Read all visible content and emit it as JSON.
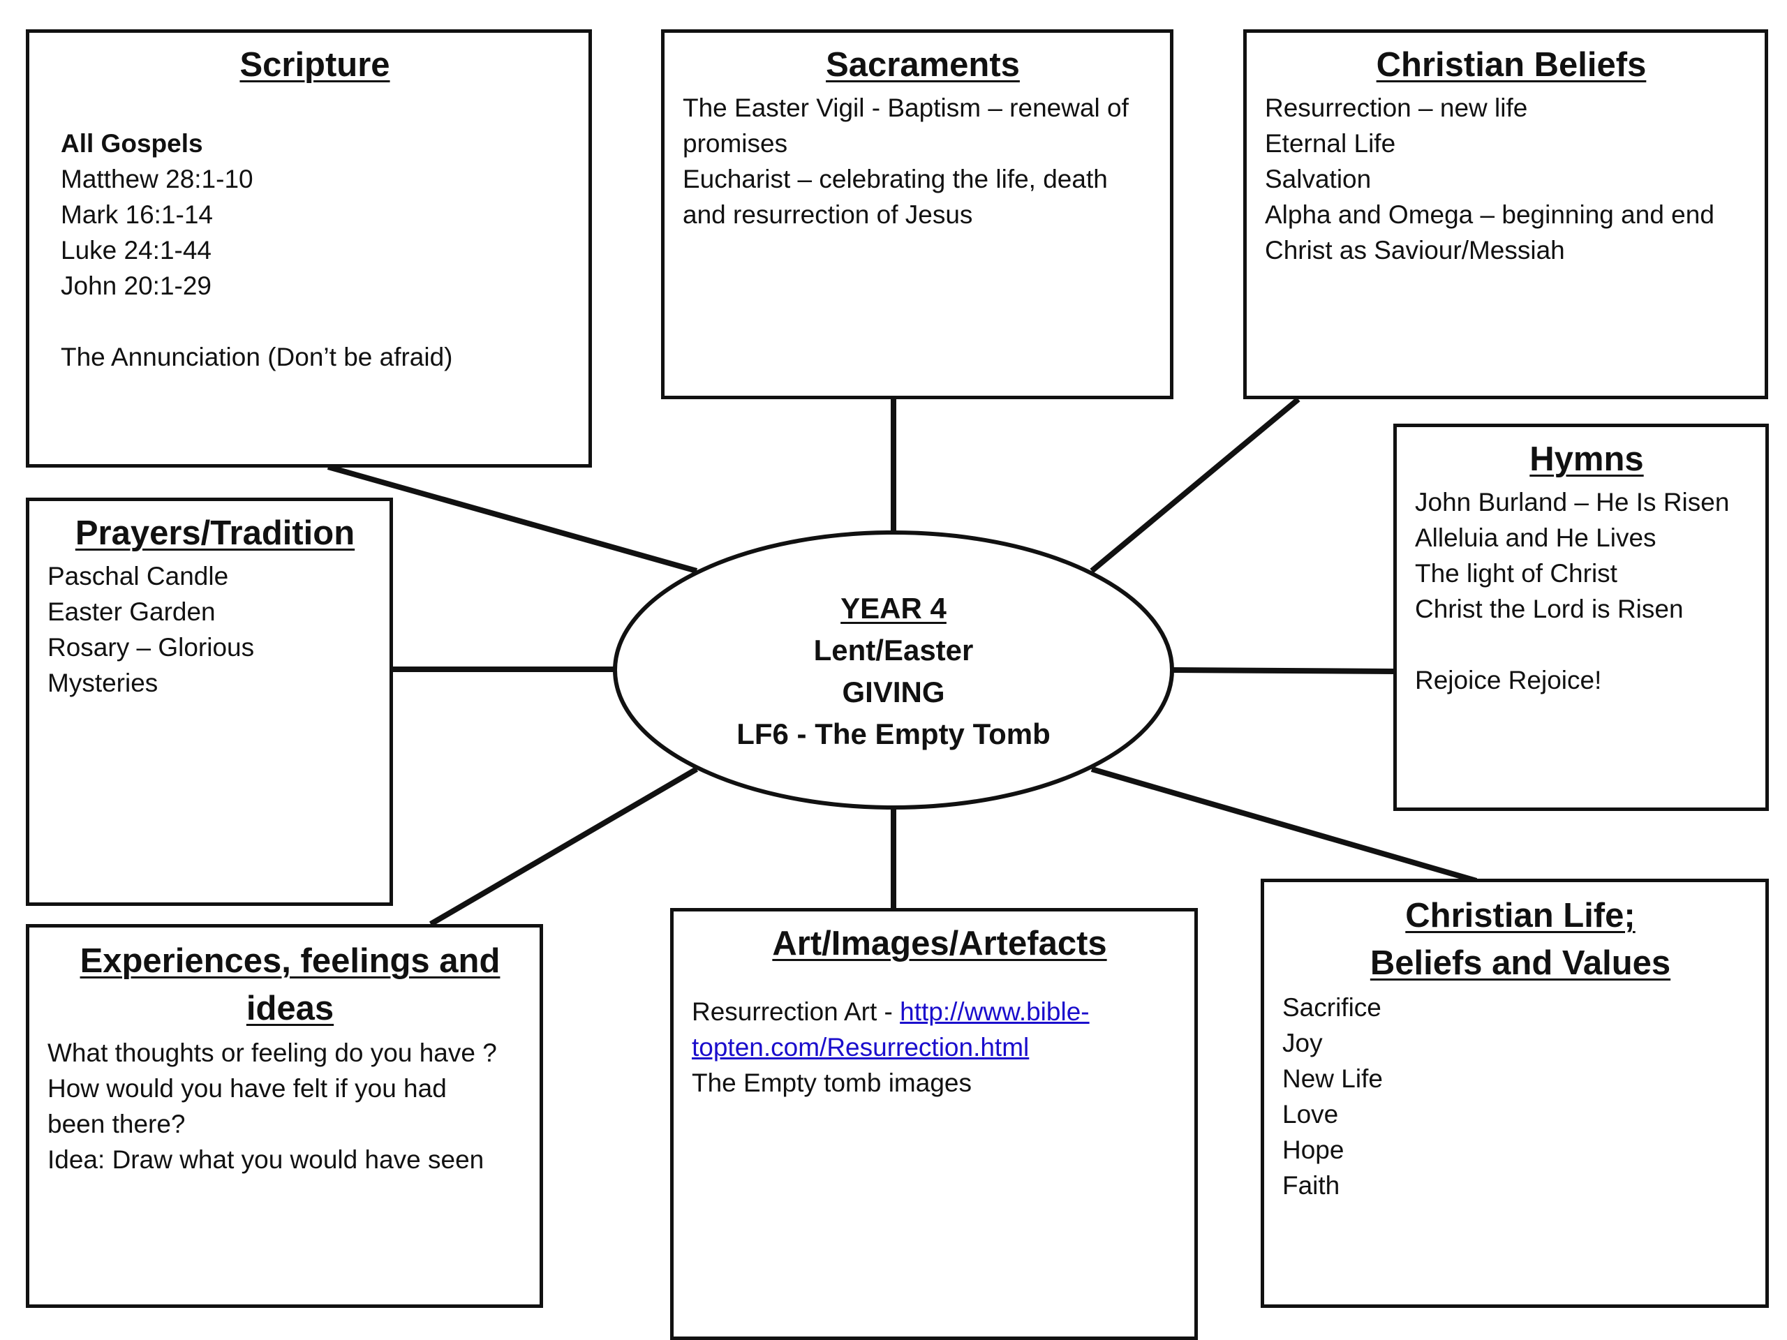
{
  "center": {
    "year": "YEAR 4",
    "season": "Lent/Easter",
    "theme": "GIVING",
    "unit": "LF6  - The Empty Tomb"
  },
  "scripture": {
    "title": "Scripture",
    "heading": "All Gospels",
    "items": [
      "Matthew 28:1-10",
      "Mark 16:1-14",
      "Luke 24:1-44",
      "John 20:1-29"
    ],
    "extra": "The Annunciation (Don’t be afraid)"
  },
  "sacraments": {
    "title": "Sacraments",
    "lines": [
      "The Easter Vigil - Baptism – renewal of",
      "promises",
      "Eucharist – celebrating the life, death",
      "and resurrection of Jesus"
    ]
  },
  "beliefs": {
    "title": "Christian Beliefs",
    "items": [
      "Resurrection – new life",
      "Eternal Life",
      "Salvation",
      "Alpha and Omega – beginning and end",
      "Christ as Saviour/Messiah"
    ]
  },
  "hymns": {
    "title": "Hymns",
    "items": [
      "John Burland – He Is Risen",
      "Alleluia and He Lives",
      "The light of Christ",
      "Christ the Lord is Risen"
    ],
    "extra": "Rejoice Rejoice!"
  },
  "prayers": {
    "title": "Prayers/Tradition",
    "items": [
      "Paschal Candle",
      "Easter Garden",
      "Rosary – Glorious",
      "Mysteries"
    ]
  },
  "experiences": {
    "title": "Experiences, feelings and ideas",
    "lines": [
      "What thoughts or feeling do you have ?",
      "How would you have felt if you had",
      "been there?",
      "Idea: Draw what you would have seen"
    ]
  },
  "art": {
    "title": "Art/Images/Artefacts",
    "prefix": "Resurrection Art - ",
    "link_part1": "http://www.bible-",
    "link_part2": "topten.com/Resurrection.html",
    "extra": "The Empty tomb images"
  },
  "life": {
    "title_line1": "Christian Life;",
    "title_line2": "Beliefs and Values",
    "items": [
      "Sacrifice",
      "Joy",
      "New Life",
      "Love",
      "Hope",
      "Faith"
    ]
  },
  "colors": {
    "ink": "#111111",
    "link": "#1a0dcc",
    "background": "#ffffff"
  }
}
